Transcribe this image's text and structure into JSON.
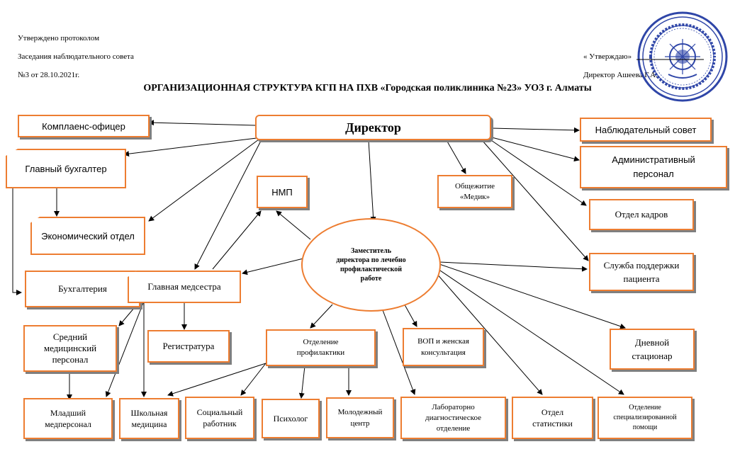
{
  "header_left": {
    "line1": "Утверждено протоколом",
    "line2": "Заседания наблюдательного совета",
    "line3": " №3 от 28.10.2021г."
  },
  "header_right": {
    "line1": "« Утверждаю»",
    "line2": "Директор Ашеева Г.А."
  },
  "title": "ОРГАНИЗАЦИОННАЯ СТРУКТУРА КГП НА ПХВ «Городская поликлиника №23» УОЗ г. Алматы",
  "nodes": {
    "director": "Директор",
    "compliance": "Комплаенс-офицер",
    "supervisory_board": "Наблюдательный совет",
    "chief_accountant": "Главный бухгалтер",
    "admin_staff_1": "Административный",
    "admin_staff_2": "персонал",
    "nmp": "НМП",
    "dormitory_1": "Общежитие",
    "dormitory_2": "«Медик»",
    "hr": "Отдел кадров",
    "economic": "Экономический отдел",
    "deputy_1": "Заместитель",
    "deputy_2": "директора по лечебно",
    "deputy_3": "профилактической",
    "deputy_4": "работе",
    "accounting": "Бухгалтерия",
    "head_nurse": "Главная медсестра",
    "patient_support_1": "Служба поддержки",
    "patient_support_2": "пациента",
    "mid_staff_1": "Средний",
    "mid_staff_2": "медицинский",
    "mid_staff_3": "персонал",
    "registry": "Регистратура",
    "prevention_1": "Отделение",
    "prevention_2": "профилактики",
    "gp_women_1": "ВОП и женская",
    "gp_women_2": "консультация",
    "day_hospital_1": "Дневной",
    "day_hospital_2": "стационар",
    "junior_staff_1": "Младший",
    "junior_staff_2": "медперсонал",
    "school_med_1": "Школьная",
    "school_med_2": "медицина",
    "social_worker_1": "Социальный",
    "social_worker_2": "работник",
    "psychologist": "Психолог",
    "youth_center_1": "Молодежный",
    "youth_center_2": "центр",
    "lab_1": "Лабораторно",
    "lab_2": "диагностическое",
    "lab_3": "отделение",
    "stats_1": "Отдел",
    "stats_2": "статистики",
    "specialized_1": "Отделение",
    "specialized_2": "специализированной",
    "specialized_3": "помощи"
  },
  "colors": {
    "border": "#ed7d31",
    "shadow": "#7f7f7f",
    "seal": "#2f46a8"
  }
}
